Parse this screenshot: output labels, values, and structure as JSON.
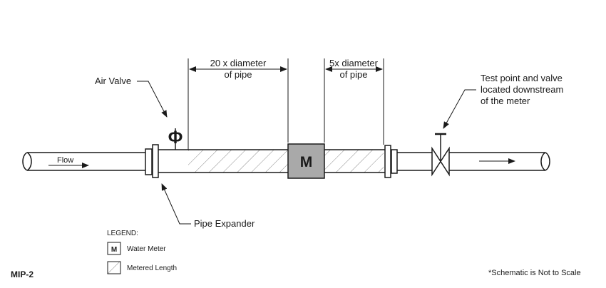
{
  "diagram": {
    "id_label": "MIP-2",
    "scale_note": "*Schematic is Not to Scale"
  },
  "labels": {
    "air_valve": "Air Valve",
    "air_valve_symbol": "Φ",
    "upstream_dim_line1": "20 x diameter",
    "upstream_dim_line2": "of pipe",
    "downstream_dim_line1": "5x diameter",
    "downstream_dim_line2": "of pipe",
    "test_point_line1": "Test point and valve",
    "test_point_line2": "located downstream",
    "test_point_line3": "of the meter",
    "pipe_expander": "Pipe Expander",
    "flow": "Flow",
    "meter_symbol": "M"
  },
  "legend": {
    "title": "LEGEND:",
    "items": [
      {
        "symbol": "M",
        "label": "Water Meter"
      },
      {
        "symbol": "",
        "label": "Metered Length"
      }
    ]
  },
  "colors": {
    "line": "#1a1a1a",
    "meter_fill": "#a9a9a9",
    "hatch": "#8a8a8a"
  }
}
